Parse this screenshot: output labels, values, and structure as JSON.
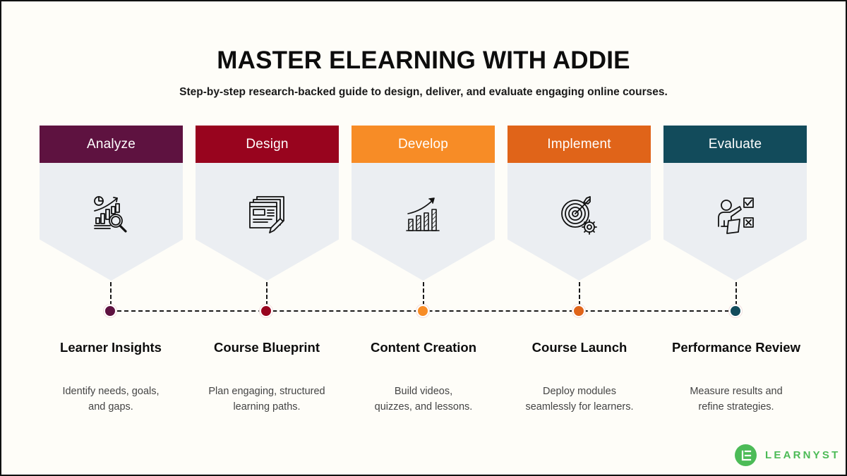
{
  "title": "MASTER ELEARNING WITH ADDIE",
  "subtitle": "Step-by-step research-backed guide to design, deliver, and evaluate engaging online courses.",
  "phases": [
    {
      "label": "Analyze",
      "color": "#5e1240",
      "icon": "analytics-magnifier-icon",
      "step_title": "Learner Insights",
      "desc_line1": "Identify needs, goals,",
      "desc_line2": "and gaps."
    },
    {
      "label": "Design",
      "color": "#98041e",
      "icon": "blueprint-document-pen-icon",
      "step_title": "Course Blueprint",
      "desc_line1": "Plan engaging, structured",
      "desc_line2": "learning paths."
    },
    {
      "label": "Develop",
      "color": "#f78c26",
      "icon": "growth-bar-chart-icon",
      "step_title": "Content Creation",
      "desc_line1": "Build videos,",
      "desc_line2": "quizzes, and lessons."
    },
    {
      "label": "Implement",
      "color": "#e06419",
      "icon": "target-gear-icon",
      "step_title": "Course Launch",
      "desc_line1": "Deploy modules",
      "desc_line2": "seamlessly for learners."
    },
    {
      "label": "Evaluate",
      "color": "#124b5b",
      "icon": "presenter-checklist-icon",
      "step_title": "Performance Review",
      "desc_line1": "Measure results and",
      "desc_line2": "refine strategies."
    }
  ],
  "brand": {
    "name": "LEARNYST",
    "color": "#4cbb57",
    "icon": "learnyst-logo-icon"
  }
}
